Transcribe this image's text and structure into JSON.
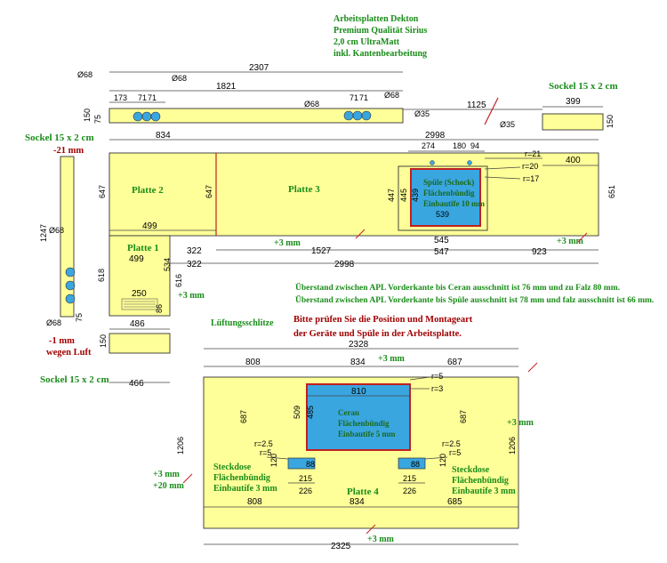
{
  "header": [
    "Arbeitsplatten Dekton",
    "Premium Qualität Sirius",
    "2,0 cm UltraMatt",
    "inkl. Kantenbearbeitung"
  ],
  "labels": {
    "sockel": "Sockel 15 x 2 cm",
    "platte1": "Platte 1",
    "platte2": "Platte 2",
    "platte3": "Platte 3",
    "platte4": "Platte 4",
    "luft": "Lüftungsschlitze",
    "minus21": "-21 mm",
    "minus1": "-1 mm",
    "wegen_luft": "wegen Luft",
    "plus3": "+3 mm",
    "plus20": "+20 mm"
  },
  "sink": [
    "Spüle (Schock)",
    "Flächenbündig",
    "Einbautife 10 mm"
  ],
  "ceran": [
    "Ceran",
    "Flächenbündig",
    "Einbautife 5 mm"
  ],
  "steckdose_left": [
    "Steckdose",
    "Flächenbündig",
    "Einbautife 3 mm"
  ],
  "steckdose_right": [
    "Steckdose",
    "Flächenbündig",
    "Einbautife 3 mm"
  ],
  "notes": [
    "Überstand zwischen APL Vorderkante bis Ceran ausschnitt ist 76 mm und zu Falz 80 mm.",
    "Überstand zwischen APL Vorderkante bis Spüle ausschnitt ist 78 mm und falz ausschnitt ist 66 mm."
  ],
  "warning": [
    "Bitte prüfen Sie die Position und Montageart",
    "der Geräte und Spüle in der Arbeitsplatte."
  ],
  "dims": {
    "d2307": "2307",
    "d1821": "1821",
    "d173": "173",
    "d71a": "71",
    "d71b": "71",
    "d68a": "Ø68",
    "d68b": "Ø68",
    "d68c": "Ø68",
    "d68d": "Ø68",
    "d68e": "Ø68",
    "d71c": "71",
    "d71d": "71",
    "d150a": "150",
    "d75a": "75",
    "d1125": "1125",
    "d399": "399",
    "d150b": "150",
    "d35a": "Ø35",
    "d35b": "Ø35",
    "d834": "834",
    "d2998a": "2998",
    "d274": "274",
    "d180": "180",
    "d94": "94",
    "r21": "r=21",
    "r20": "r=20",
    "r17": "r=17",
    "d400": "400",
    "d647a": "647",
    "d647b": "647",
    "d447": "447",
    "d445": "445",
    "d439": "439",
    "d539": "539",
    "d651": "651",
    "d1247": "1247",
    "d499a": "499",
    "d499b": "499",
    "d322a": "322",
    "d322b": "322",
    "d1527": "1527",
    "d545": "545",
    "d547": "547",
    "d923": "923",
    "d2998b": "2998",
    "d618": "618",
    "d534": "534",
    "d616": "616",
    "d250": "250",
    "d486": "486",
    "d86": "86",
    "d150c": "150",
    "d466": "466",
    "d75b": "75",
    "d2328": "2328",
    "d808a": "808",
    "d834b": "834",
    "d687a": "687",
    "d810": "810",
    "r5a": "r=5",
    "r3": "r=3",
    "d687b": "687",
    "d687c": "687",
    "d509": "509",
    "d485": "485",
    "d1206a": "1206",
    "d1206b": "1206",
    "r25a": "r=2.5",
    "r5b": "r=5",
    "r25b": "r=2.5",
    "r5c": "r=5",
    "d215a": "215",
    "d226a": "226",
    "d215b": "215",
    "d226b": "226",
    "d808b": "808",
    "d834c": "834",
    "d685": "685",
    "d2325": "2325",
    "d88a": "88",
    "d88b": "88",
    "d120a": "120",
    "d120b": "120"
  },
  "colors": {
    "panel": "#ffff99",
    "cutout": "#3aa6e0",
    "cut_border": "#c02020",
    "green": "#1a8c1a",
    "red": "#a00000"
  }
}
